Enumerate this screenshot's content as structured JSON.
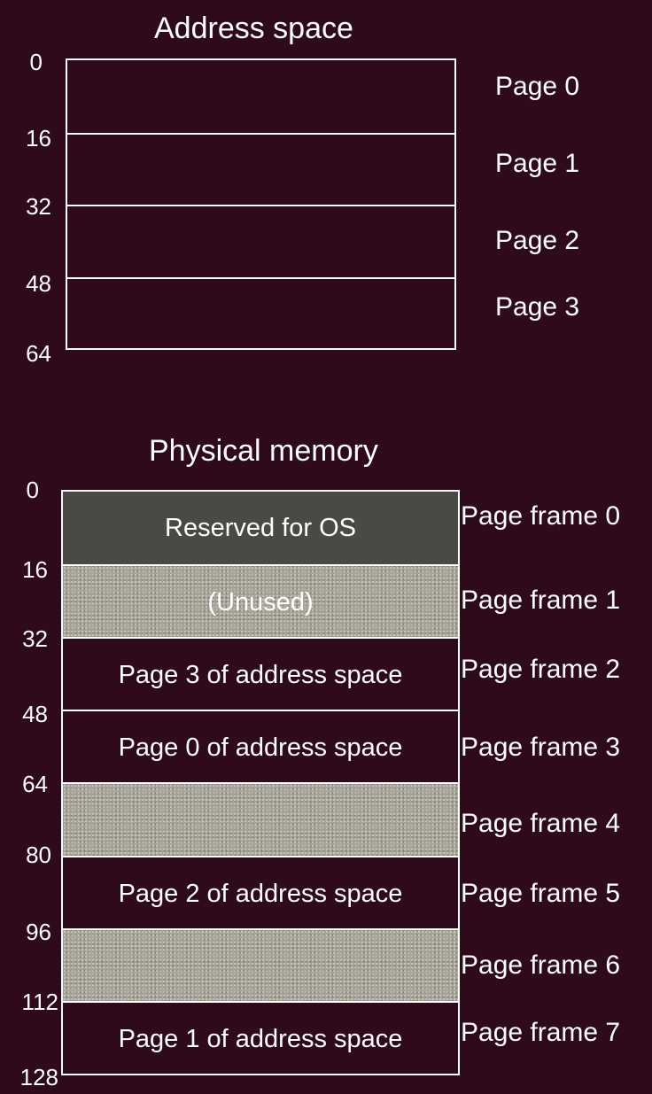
{
  "address_space": {
    "title": "Address space",
    "addresses": [
      "0",
      "16",
      "32",
      "48",
      "64"
    ],
    "pages": [
      "Page 0",
      "Page 1",
      "Page 2",
      "Page 3"
    ]
  },
  "physical_memory": {
    "title": "Physical memory",
    "addresses": [
      "0",
      "16",
      "32",
      "48",
      "64",
      "80",
      "96",
      "112",
      "128"
    ],
    "frames": [
      {
        "label": "Page frame 0",
        "content": "Reserved for OS",
        "kind": "reserved"
      },
      {
        "label": "Page frame 1",
        "content": "(Unused)",
        "kind": "unused"
      },
      {
        "label": "Page frame 2",
        "content": "Page 3 of address space",
        "kind": "empty"
      },
      {
        "label": "Page frame 3",
        "content": "Page 0 of address space",
        "kind": "empty"
      },
      {
        "label": "Page frame 4",
        "content": "",
        "kind": "unused"
      },
      {
        "label": "Page frame 5",
        "content": "Page 2 of address space",
        "kind": "empty"
      },
      {
        "label": "Page frame 6",
        "content": "",
        "kind": "unused"
      },
      {
        "label": "Page frame 7",
        "content": "Page 1 of address space",
        "kind": "empty"
      }
    ]
  },
  "colors": {
    "background": "#2f0a1a",
    "reserved": "#4a4a44",
    "unused": "#a7a396",
    "line": "#ffffff"
  }
}
